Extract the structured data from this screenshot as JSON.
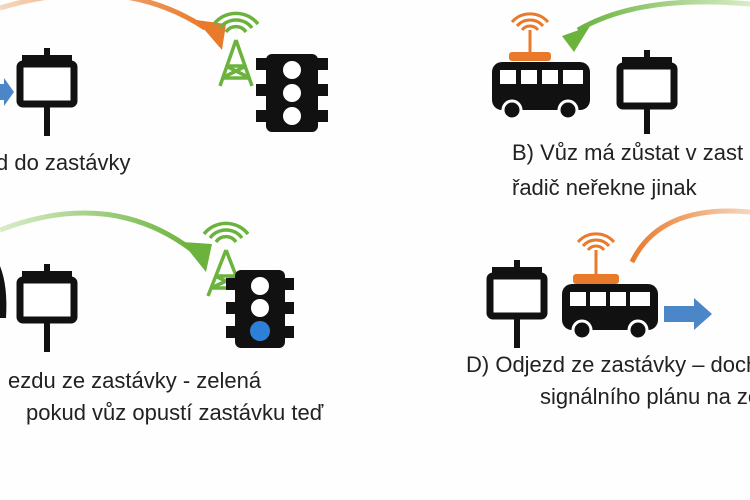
{
  "captions": {
    "a": "d do zastávky",
    "b_line1": "B) Vůz má zůstat v zast",
    "b_line2": "řadič neřekne jinak",
    "c_line1": "ezdu ze zastávky - zelená",
    "c_line2": "pokud vůz opustí zastávku teď",
    "d_line1": "D) Odjezd ze zastávky – docha",
    "d_line2": "signálního plánu na zel"
  },
  "colors": {
    "orange": "#e97a2b",
    "green": "#6cb33e",
    "blue": "#4a86c8",
    "blue_light": "#2e7fd8",
    "black": "#111111"
  },
  "icons": [
    "stop-sign-icon",
    "traffic-light-icon",
    "antenna-icon",
    "bus-icon",
    "arrow-right-icon"
  ]
}
